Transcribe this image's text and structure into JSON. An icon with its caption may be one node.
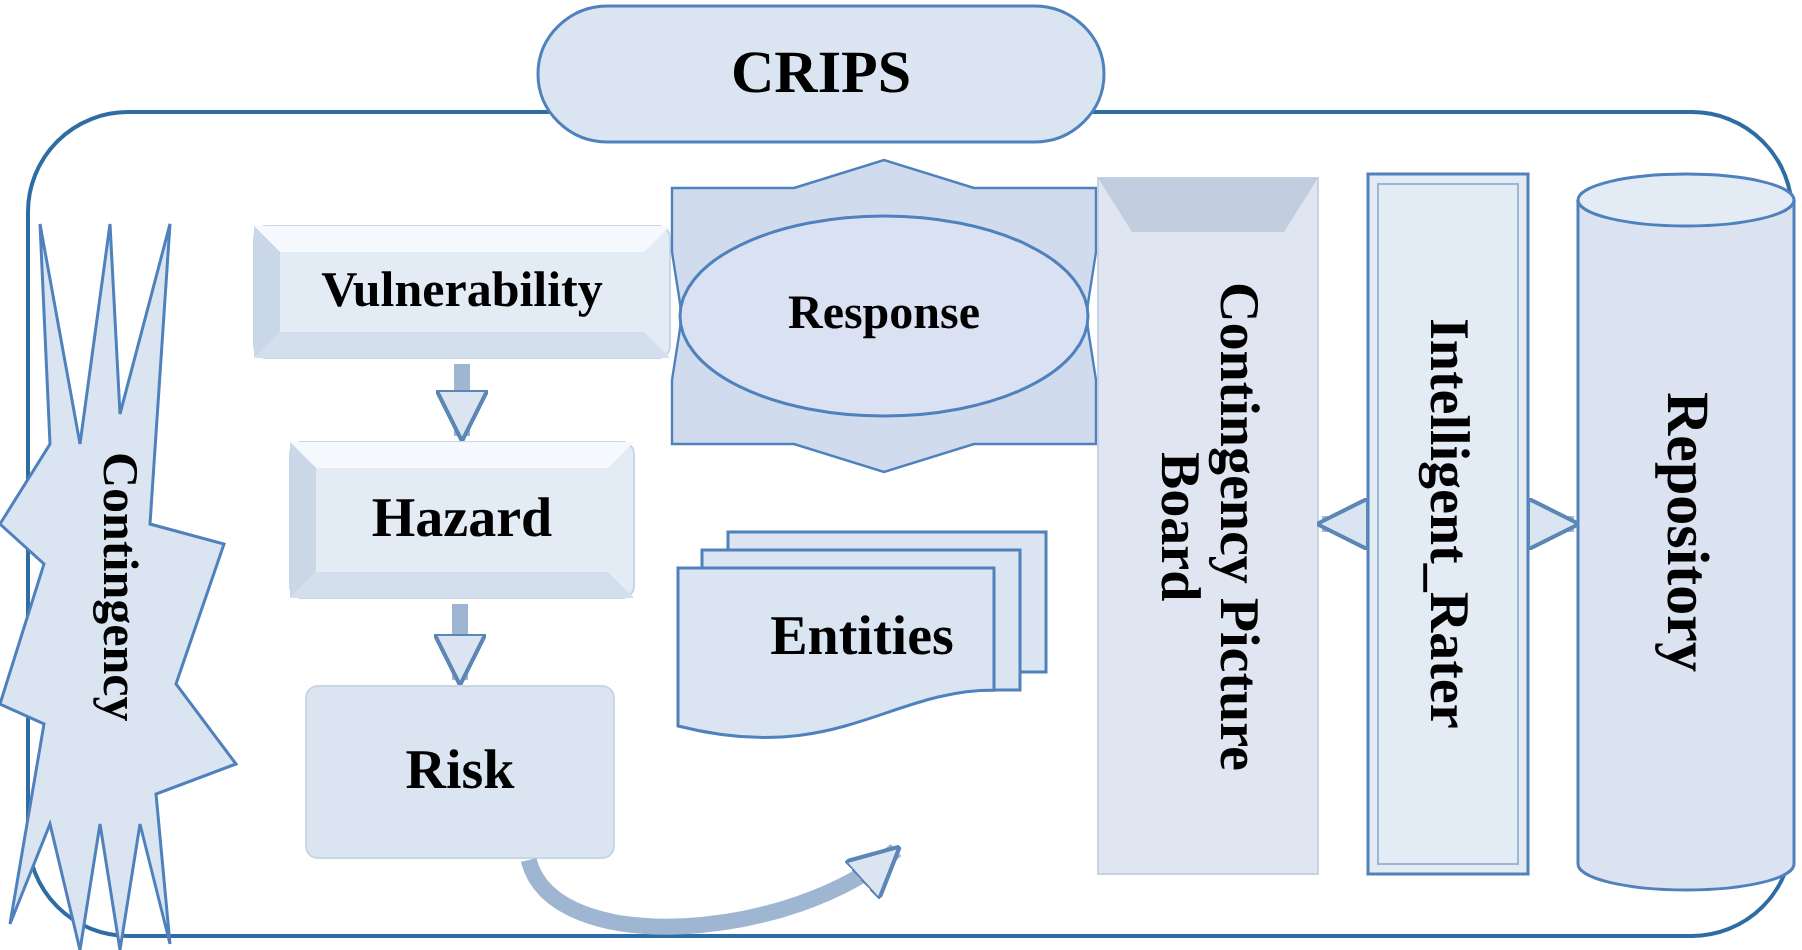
{
  "diagram": {
    "nodes": [
      {
        "text": [
          "CRIPS"
        ]
      },
      {
        "text": [
          "Contingency"
        ]
      },
      {
        "text": [
          "Vulnerability"
        ]
      },
      {
        "text": [
          "Hazard"
        ]
      },
      {
        "text": [
          "Risk"
        ]
      },
      {
        "text": [
          "Response"
        ]
      },
      {
        "text": [
          "Entities"
        ]
      },
      {
        "text": [
          "Contingency Picture Board"
        ]
      },
      {
        "text": [
          "Intelligent_Rater"
        ]
      },
      {
        "text": [
          "Repository"
        ]
      }
    ],
    "edges": [
      {
        "from": 2,
        "to": 3,
        "arrow": "to"
      },
      {
        "from": 3,
        "to": 4,
        "arrow": "to"
      },
      {
        "from": 4,
        "to": null,
        "arrow": "to"
      },
      {
        "from": 8,
        "to": 7,
        "arrow": "to"
      },
      {
        "from": 8,
        "to": 9,
        "arrow": "to"
      }
    ]
  }
}
